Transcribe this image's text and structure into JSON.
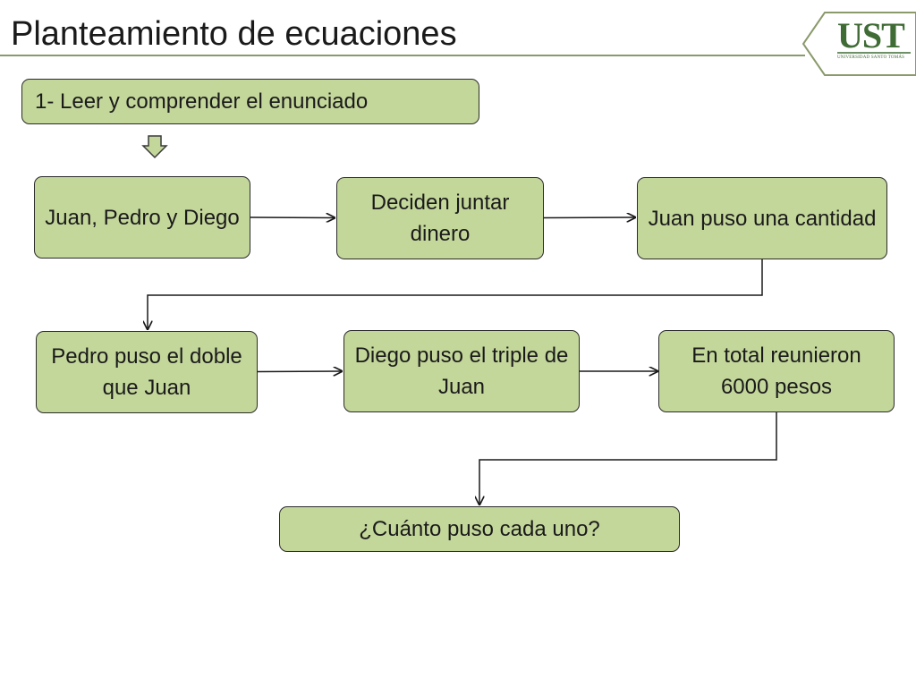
{
  "slide": {
    "title": "Planteamiento de ecuaciones"
  },
  "logo": {
    "text": "UST",
    "subtitle": "UNIVERSIDAD SANTO TOMÁS",
    "color": "#3f6b35"
  },
  "colors": {
    "box_fill": "#c4d79b",
    "box_border": "#2b2b2b",
    "arrow": "#1a1a1a",
    "header_line": "#8a9a6b"
  },
  "steps": {
    "step1": "1- Leer y comprender el enunciado",
    "juan_pedro_diego": "Juan, Pedro y Diego",
    "deciden_juntar": "Deciden juntar dinero",
    "juan_puso": "Juan puso una cantidad",
    "pedro_puso": "Pedro puso el doble que Juan",
    "diego_puso": "Diego puso el triple de Juan",
    "total": "En total reunieron 6000 pesos",
    "pregunta": "¿Cuánto puso cada uno?"
  },
  "icons": {
    "down_arrow": "down-arrow-icon"
  }
}
